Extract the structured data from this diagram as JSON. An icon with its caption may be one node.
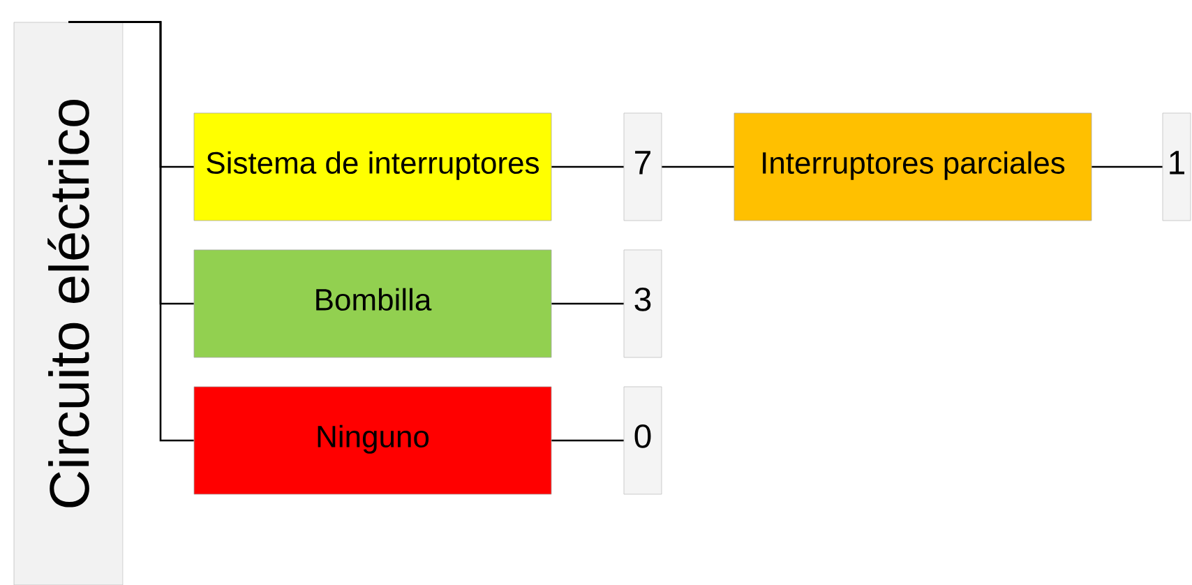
{
  "diagram": {
    "nodes": [
      {
        "text": [
          "Circuito eléctrico"
        ]
      },
      {
        "text": [
          "Sistema de interruptores"
        ]
      },
      {
        "text": [
          "Bombilla"
        ]
      },
      {
        "text": [
          "Ninguno"
        ]
      },
      {
        "text": [
          "7"
        ]
      },
      {
        "text": [
          "3"
        ]
      },
      {
        "text": [
          "0"
        ]
      },
      {
        "text": [
          "Interruptores parciales"
        ]
      },
      {
        "text": [
          "1"
        ]
      }
    ],
    "edges": [
      {
        "from": 0,
        "to": 1,
        "arrow": "none"
      },
      {
        "from": 0,
        "to": 2,
        "arrow": "none"
      },
      {
        "from": 0,
        "to": 3,
        "arrow": "none"
      },
      {
        "from": 1,
        "to": 4,
        "arrow": "none"
      },
      {
        "from": 2,
        "to": 5,
        "arrow": "none"
      },
      {
        "from": 3,
        "to": 6,
        "arrow": "none"
      },
      {
        "from": 4,
        "to": 7,
        "arrow": "none"
      },
      {
        "from": 7,
        "to": 8,
        "arrow": "none"
      }
    ]
  }
}
